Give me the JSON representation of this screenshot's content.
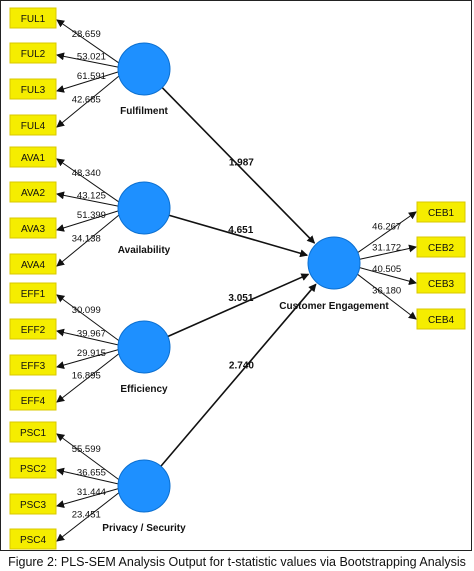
{
  "caption": "Figure 2: PLS-SEM Analysis Output for t-statistic values via Bootstrapping Analysis",
  "colors": {
    "indicator_fill": "#f5ed00",
    "indicator_border": "#d9c800",
    "latent_fill": "#1e90ff",
    "latent_border": "#0b6fd0",
    "arrow": "#111111"
  },
  "constructs": [
    {
      "id": "ful",
      "label": "Fulfilment",
      "indicators": [
        {
          "label": "FUL1",
          "value": "28.659"
        },
        {
          "label": "FUL2",
          "value": "53.021"
        },
        {
          "label": "FUL3",
          "value": "61.591"
        },
        {
          "label": "FUL4",
          "value": "42.685"
        }
      ]
    },
    {
      "id": "ava",
      "label": "Availability",
      "indicators": [
        {
          "label": "AVA1",
          "value": "48.340"
        },
        {
          "label": "AVA2",
          "value": "43.125"
        },
        {
          "label": "AVA3",
          "value": "51.399"
        },
        {
          "label": "AVA4",
          "value": "34.138"
        }
      ]
    },
    {
      "id": "eff",
      "label": "Efficiency",
      "indicators": [
        {
          "label": "EFF1",
          "value": "30.099"
        },
        {
          "label": "EFF2",
          "value": "39.967"
        },
        {
          "label": "EFF3",
          "value": "29.915"
        },
        {
          "label": "EFF4",
          "value": "16.895"
        }
      ]
    },
    {
      "id": "psc",
      "label": "Privacy / Security",
      "indicators": [
        {
          "label": "PSC1",
          "value": "55.599"
        },
        {
          "label": "PSC2",
          "value": "36.655"
        },
        {
          "label": "PSC3",
          "value": "31.444"
        },
        {
          "label": "PSC4",
          "value": "23.451"
        }
      ]
    }
  ],
  "target": {
    "label": "Customer Engagement",
    "indicators": [
      {
        "label": "CEB1",
        "value": "46.267"
      },
      {
        "label": "CEB2",
        "value": "31.172"
      },
      {
        "label": "CEB3",
        "value": "40.505"
      },
      {
        "label": "CEB4",
        "value": "36.180"
      }
    ]
  },
  "paths": [
    {
      "from": "ful",
      "value": "1.987"
    },
    {
      "from": "ava",
      "value": "4.651"
    },
    {
      "from": "eff",
      "value": "3.051"
    },
    {
      "from": "psc",
      "value": "2.740"
    }
  ]
}
